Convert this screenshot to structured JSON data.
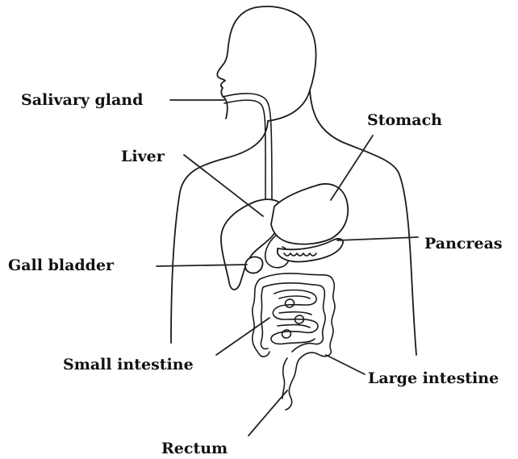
{
  "labels": {
    "salivary_gland": "Salivary gland",
    "stomach": "Stomach",
    "liver": "Liver",
    "pancreas": "Pancreas",
    "gall_bladder": "Gall bladder",
    "small_intestine": "Small intestine",
    "large_intestine": "Large intestine",
    "rectum": "Rectum"
  },
  "colors": {
    "line": "#1a1a1a",
    "background": "#ffffff"
  }
}
